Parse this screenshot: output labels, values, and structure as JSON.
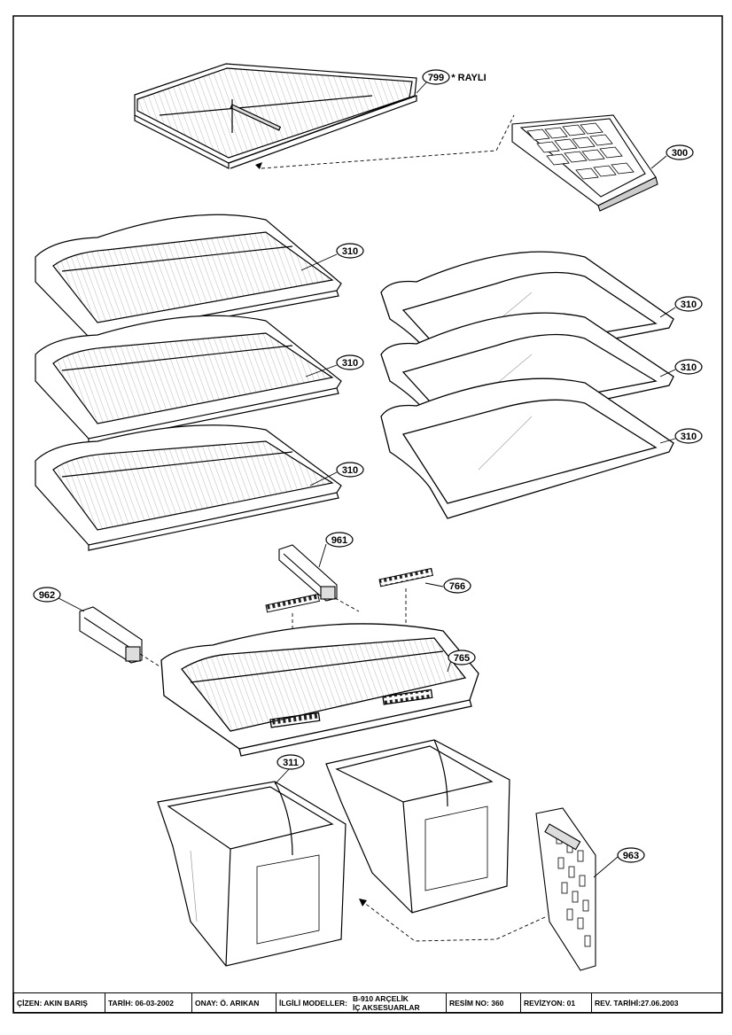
{
  "callouts": {
    "c799": "799",
    "c799_note": "* RAYLI",
    "c300": "300",
    "c310_l1": "310",
    "c310_l2": "310",
    "c310_l3": "310",
    "c310_r1": "310",
    "c310_r2": "310",
    "c310_r3": "310",
    "c961": "961",
    "c962": "962",
    "c766": "766",
    "c765": "765",
    "c311": "311",
    "c963": "963"
  },
  "titleblock": {
    "cizen": "ÇİZEN: AKIN  BARIŞ",
    "tarih": "TARİH: 06-03-2002",
    "onay": "ONAY: Ö. ARIKAN",
    "ilgili_label": "İLGİLİ MODELLER:",
    "ilgili_value_1": "B-910 ARÇELİK",
    "ilgili_value_2": "İÇ AKSESUARLAR",
    "resim_no": "RESİM NO: 360",
    "revizyon": "REVİZYON: 01",
    "rev_tarihi": "REV. TARİHİ:27.06.2003"
  }
}
